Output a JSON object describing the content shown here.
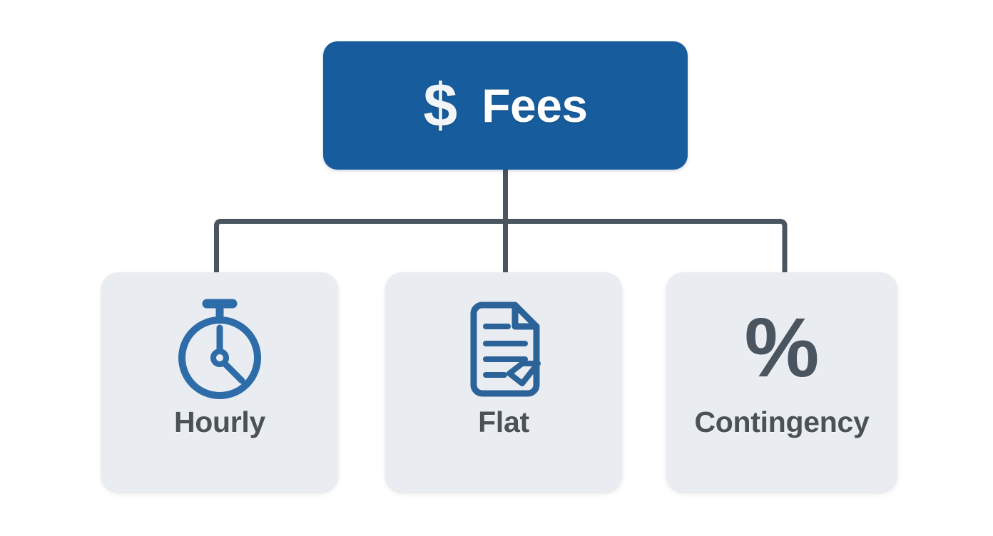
{
  "diagram": {
    "type": "hierarchy-tree",
    "orientation": "top-down",
    "levels": 2,
    "background_color": "#FFFFFF",
    "connector_color": "#4A5560",
    "root": {
      "label": "Fees",
      "symbol": "$",
      "symbol_name": "dollar-sign",
      "background_color": "#175C9C",
      "text_color": "#FFFFFF"
    },
    "children": [
      {
        "label": "Hourly",
        "icon": "stopwatch-icon",
        "icon_color": "#2D6CA8",
        "card_color": "#E9ECF1",
        "label_color": "#4A5254"
      },
      {
        "label": "Flat",
        "icon": "document-icon",
        "icon_color": "#2D6CA8",
        "card_color": "#E9ECF1",
        "label_color": "#4A5254"
      },
      {
        "label": "Contingency",
        "icon": "percent-icon",
        "icon_glyph": "%",
        "icon_color": "#4A5560",
        "card_color": "#E9ECF1",
        "label_color": "#4A5254"
      }
    ]
  }
}
